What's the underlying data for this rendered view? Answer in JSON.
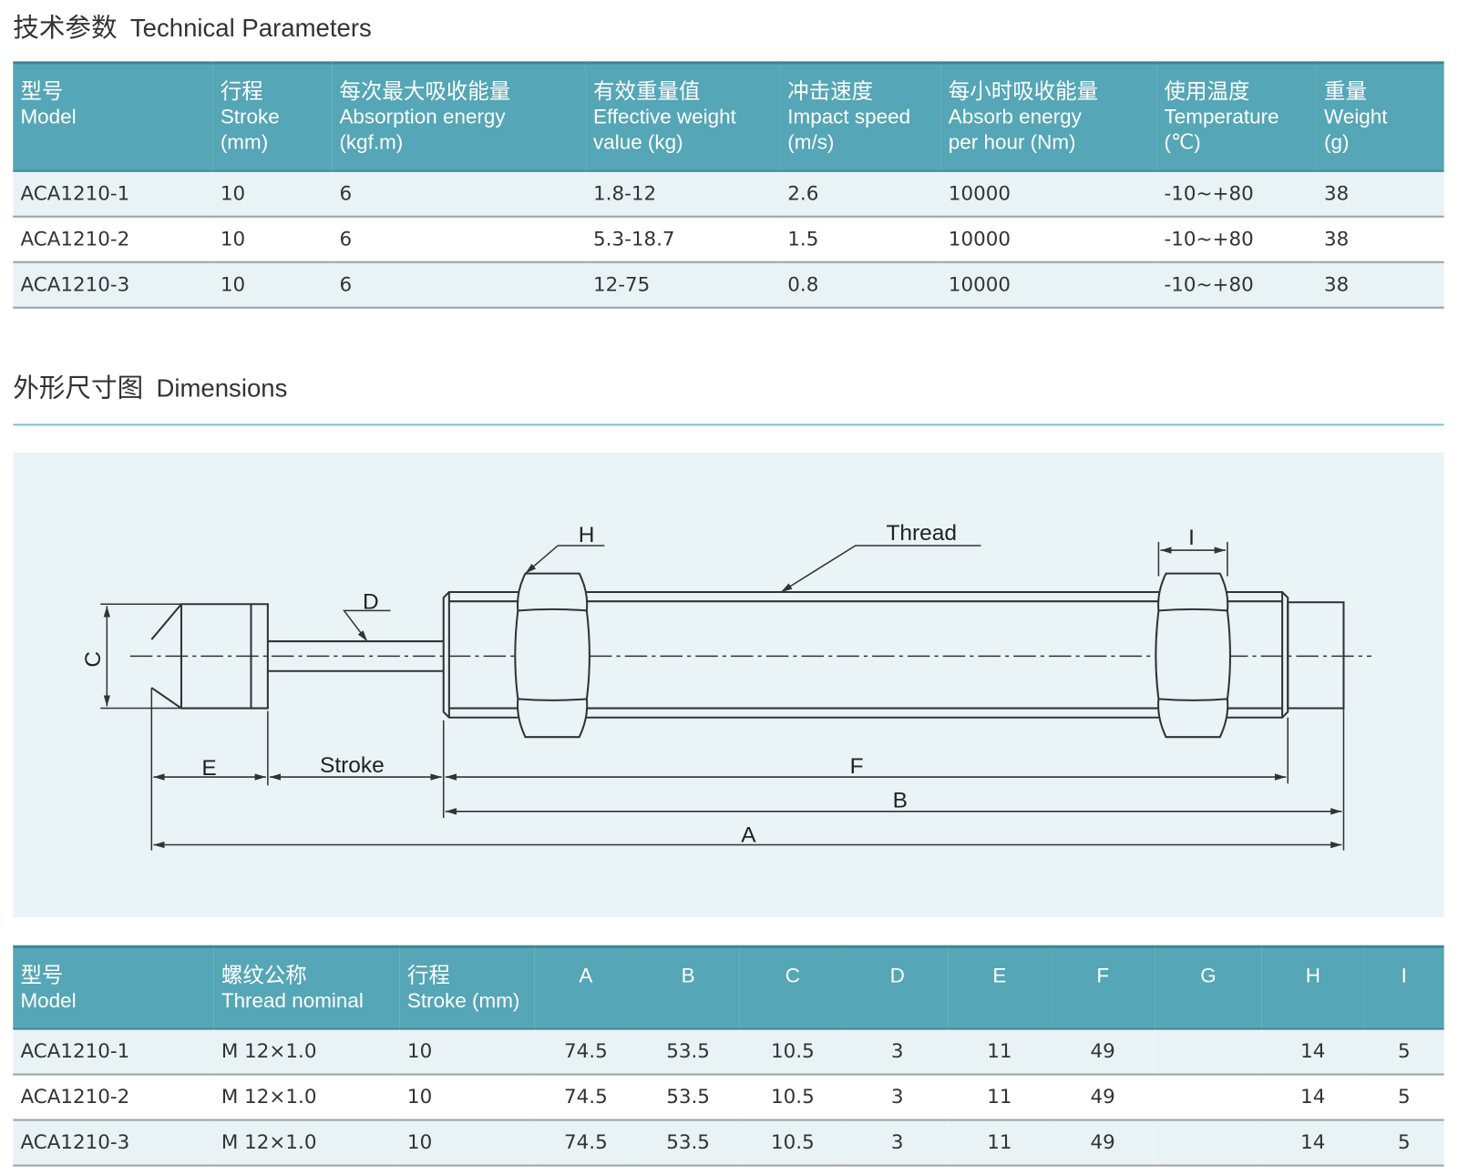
{
  "tech": {
    "title_zh": "技术参数",
    "title_en": "Technical Parameters",
    "headers": [
      {
        "zh": "型号",
        "en": "Model"
      },
      {
        "zh": "行程",
        "en": "Stroke",
        "en2": "(mm)"
      },
      {
        "zh": "每次最大吸收能量",
        "en": "Absorption energy",
        "en2": "(kgf.m)"
      },
      {
        "zh": "有效重量值",
        "en": "Effective weight",
        "en2": "value (kg)"
      },
      {
        "zh": "冲击速度",
        "en": "Impact speed",
        "en2": "(m/s)"
      },
      {
        "zh": "每小时吸收能量",
        "en": "Absorb energy",
        "en2": "per hour (Nm)"
      },
      {
        "zh": "使用温度",
        "en": "Temperature",
        "en2": "(℃)"
      },
      {
        "zh": "重量",
        "en": "Weight",
        "en2": "(g)"
      }
    ],
    "rows": [
      [
        "ACA1210-1",
        "10",
        "6",
        "1.8-12",
        "2.6",
        "10000",
        "-10~+80",
        "38"
      ],
      [
        "ACA1210-2",
        "10",
        "6",
        "5.3-18.7",
        "1.5",
        "10000",
        "-10~+80",
        "38"
      ],
      [
        "ACA1210-3",
        "10",
        "6",
        "12-75",
        "0.8",
        "10000",
        "-10~+80",
        "38"
      ]
    ]
  },
  "dims": {
    "title_zh": "外形尺寸图",
    "title_en": "Dimensions",
    "labels": {
      "H": "H",
      "thread": "Thread",
      "I": "I",
      "D": "D",
      "C": "C",
      "E": "E",
      "stroke": "Stroke",
      "F": "F",
      "B": "B",
      "A": "A"
    },
    "headers": [
      {
        "zh": "型号",
        "en": "Model"
      },
      {
        "zh": "螺纹公称",
        "en": "Thread nominal"
      },
      {
        "zh": "行程",
        "en": "Stroke (mm)"
      },
      "A",
      "B",
      "C",
      "D",
      "E",
      "F",
      "G",
      "H",
      "I"
    ],
    "rows": [
      [
        "ACA1210-1",
        "M 12×1.0",
        "10",
        "74.5",
        "53.5",
        "10.5",
        "3",
        "11",
        "49",
        "",
        "14",
        "5"
      ],
      [
        "ACA1210-2",
        "M 12×1.0",
        "10",
        "74.5",
        "53.5",
        "10.5",
        "3",
        "11",
        "49",
        "",
        "14",
        "5"
      ],
      [
        "ACA1210-3",
        "M 12×1.0",
        "10",
        "74.5",
        "53.5",
        "10.5",
        "3",
        "11",
        "49",
        "",
        "14",
        "5"
      ]
    ]
  },
  "colors": {
    "header": "#55a6b6",
    "row_alt": "#e9f3f5",
    "diagram_bg": "#eaf3f6"
  }
}
